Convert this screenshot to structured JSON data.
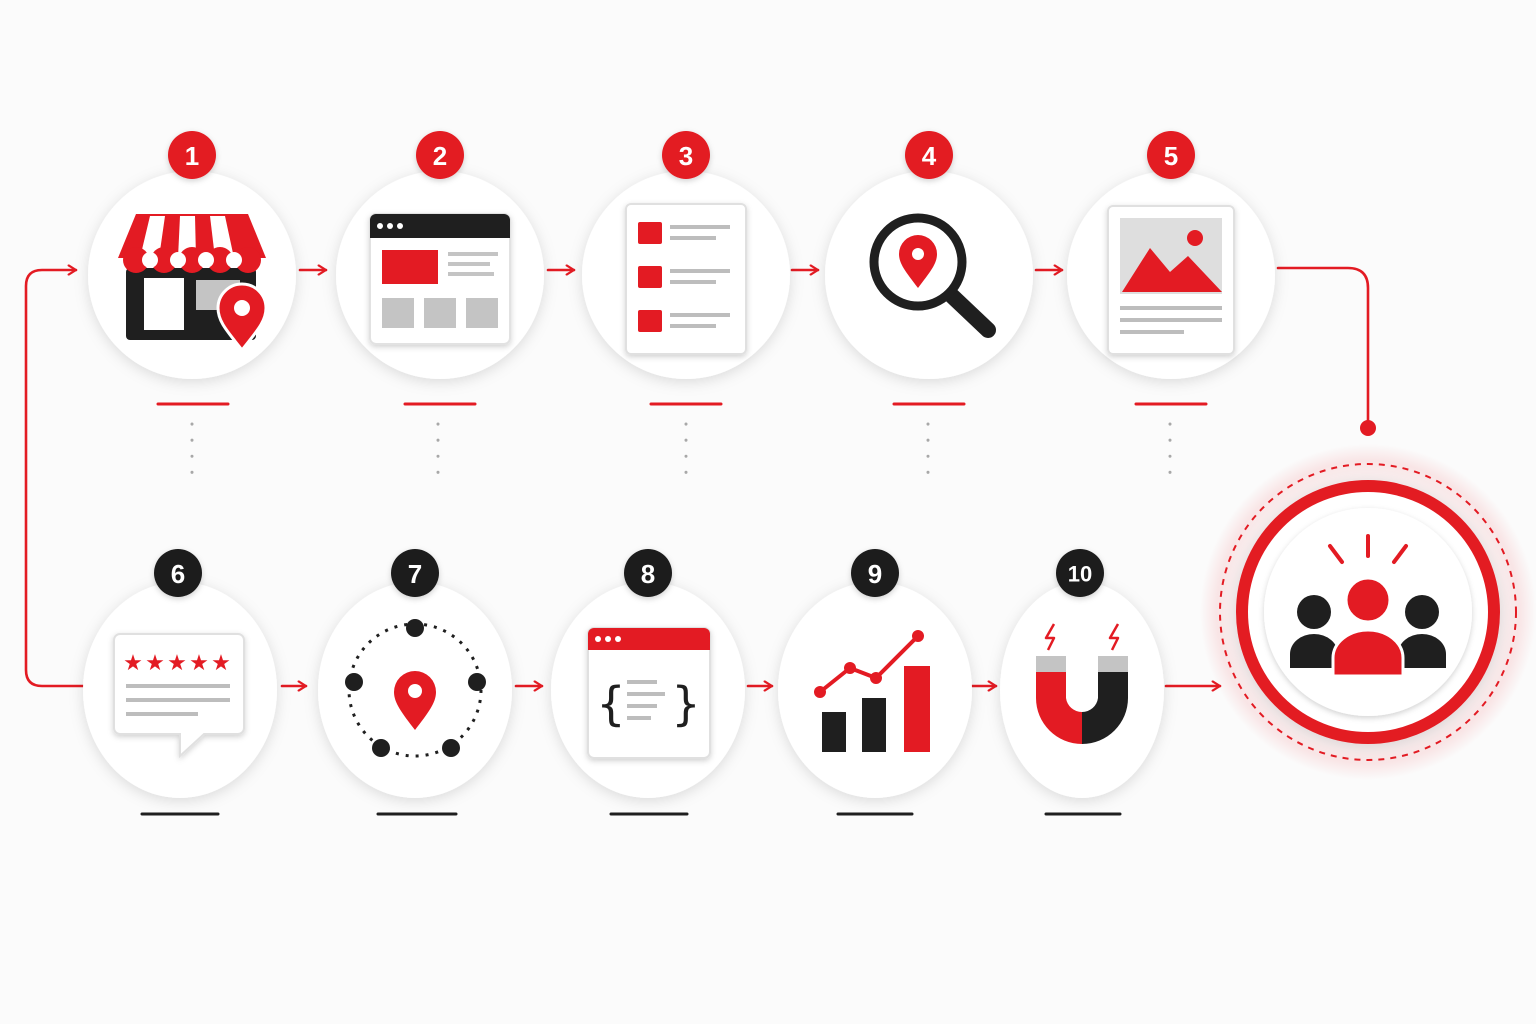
{
  "colors": {
    "accent": "#e31b23",
    "dark": "#1f1f1f",
    "gray": "#c4c4c4",
    "background": "#fbfbfb"
  },
  "steps": [
    {
      "number": "1",
      "icon": "storefront-pin-icon"
    },
    {
      "number": "2",
      "icon": "webpage-layout-icon"
    },
    {
      "number": "3",
      "icon": "checklist-document-icon"
    },
    {
      "number": "4",
      "icon": "magnifier-pin-icon"
    },
    {
      "number": "5",
      "icon": "image-post-icon"
    },
    {
      "number": "6",
      "icon": "star-review-icon"
    },
    {
      "number": "7",
      "icon": "location-network-icon"
    },
    {
      "number": "8",
      "icon": "code-window-icon"
    },
    {
      "number": "9",
      "icon": "growth-chart-icon"
    },
    {
      "number": "10",
      "icon": "magnet-icon"
    }
  ],
  "goal": {
    "icon": "customers-group-icon"
  }
}
